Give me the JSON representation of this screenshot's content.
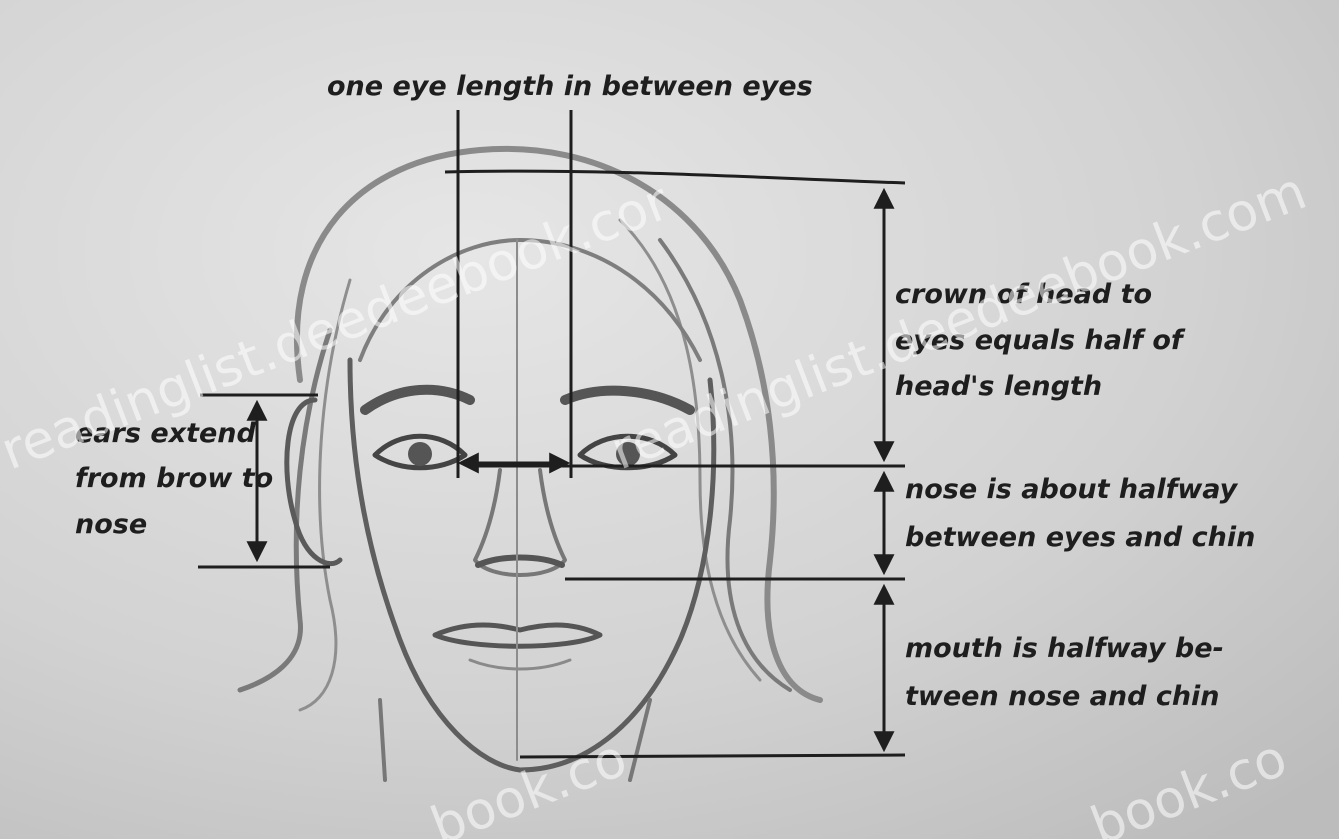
{
  "labels": {
    "eye_spacing": "one eye length in between eyes",
    "crown": [
      "crown of head to",
      "eyes equals half of",
      "head's length"
    ],
    "ears": [
      "ears extend",
      "from brow to",
      "nose"
    ],
    "nose": [
      "nose is about halfway",
      "between eyes and chin"
    ],
    "mouth": [
      "mouth is halfway be-",
      "tween nose and chin"
    ]
  },
  "watermarks": [
    "readinglist.deedeebook.cor",
    "readinglist.deedeebook.com",
    "book.co",
    "book.co"
  ],
  "colors": {
    "background": "#d4d4d4",
    "line": "#1e1e1e",
    "sketch": "#6a6a6a"
  }
}
